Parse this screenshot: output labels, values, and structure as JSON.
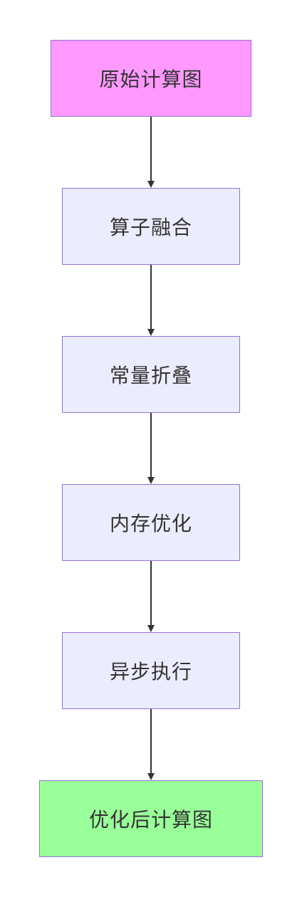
{
  "diagram": {
    "nodes": [
      {
        "id": "n0",
        "label": "原始计算图",
        "fill": "#FF99FF"
      },
      {
        "id": "n1",
        "label": "算子融合",
        "fill": "#ECECFF"
      },
      {
        "id": "n2",
        "label": "常量折叠",
        "fill": "#ECECFF"
      },
      {
        "id": "n3",
        "label": "内存优化",
        "fill": "#ECECFF"
      },
      {
        "id": "n4",
        "label": "异步执行",
        "fill": "#ECECFF"
      },
      {
        "id": "n5",
        "label": "优化后计算图",
        "fill": "#99FF99"
      }
    ],
    "edges": [
      {
        "from": "n0",
        "to": "n1"
      },
      {
        "from": "n1",
        "to": "n2"
      },
      {
        "from": "n2",
        "to": "n3"
      },
      {
        "from": "n3",
        "to": "n4"
      },
      {
        "from": "n4",
        "to": "n5"
      }
    ],
    "colors": {
      "border": "#9370DB",
      "edge": "#333333",
      "text": "#333333"
    }
  }
}
